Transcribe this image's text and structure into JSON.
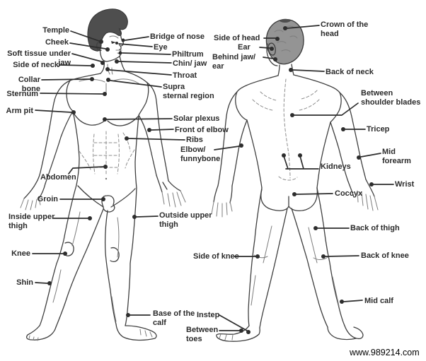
{
  "watermark": "www.989214.com",
  "colors": {
    "background": "#ffffff",
    "ink": "#2d2d2d",
    "body_outline": "#3f3f3f",
    "hair_front": "#4e4e4e",
    "hair_back": "#949494",
    "label_text": "#2b2b2b"
  },
  "front_view": {
    "labels": {
      "temple": "Temple",
      "cheek": "Cheek",
      "soft_tissue_under_jaw": "Soft tissue under jaw",
      "side_of_neck": "Side of neck",
      "collar_bone": "Collar bone",
      "sternum": "Sternum",
      "arm_pit": "Arm pit",
      "abdomen": "Abdomen",
      "groin": "Groin",
      "inside_upper_thigh": "Inside upper\nthigh",
      "knee": "Knee",
      "shin": "Shin",
      "bridge_of_nose": "Bridge of nose",
      "eye": "Eye",
      "philtrum": "Philtrum",
      "chin_jaw": "Chin/ jaw",
      "throat": "Throat",
      "supra_sternal_region": "Supra\nsternal region",
      "solar_plexus": "Solar plexus",
      "front_of_elbow": "Front of elbow",
      "ribs": "Ribs",
      "outside_upper_thigh": "Outside upper\nthigh",
      "base_of_the_calf": "Base of the\ncalf"
    }
  },
  "back_view": {
    "labels": {
      "side_of_head": "Side of head",
      "ear": "Ear",
      "behind_jaw_ear": "Behind jaw/\near",
      "crown_of_the_head": "Crown of the\nhead",
      "back_of_neck": "Back of neck",
      "between_shoulder_blades": "Between\nshoulder blades",
      "tricep": "Tricep",
      "mid_forearm": "Mid\nforearm",
      "wrist": "Wrist",
      "kidneys": "Kidneys",
      "coccyx": "Coccyx",
      "back_of_thigh": "Back of thigh",
      "side_of_knee": "Side of knee",
      "back_of_knee": "Back of knee",
      "mid_calf": "Mid calf",
      "elbow_funnybone": "Elbow/\nfunnybone",
      "instep": "Instep",
      "between_toes": "Between\ntoes"
    }
  }
}
